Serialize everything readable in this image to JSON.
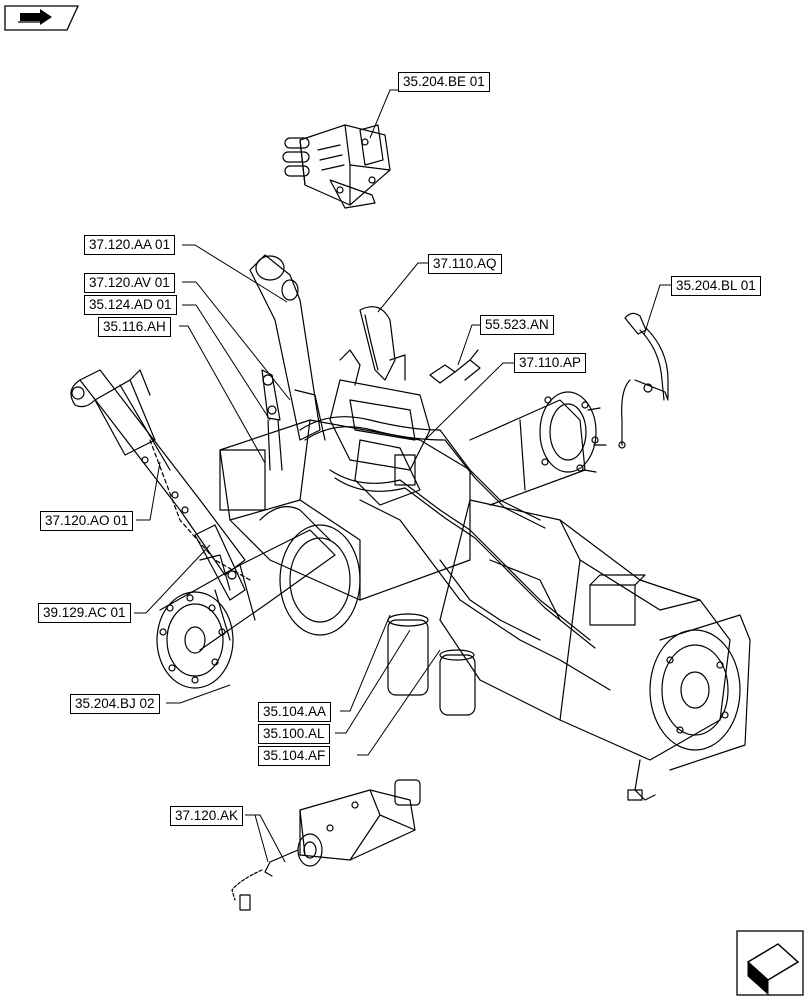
{
  "callouts": {
    "c_35_204_be_01": "35.204.BE 01",
    "c_37_120_aa_01": "37.120.AA 01",
    "c_37_110_aq": "37.110.AQ",
    "c_35_204_bl_01": "35.204.BL 01",
    "c_37_120_av_01": "37.120.AV 01",
    "c_35_124_ad_01": "35.124.AD 01",
    "c_35_116_ah": "35.116.AH",
    "c_55_523_an": "55.523.AN",
    "c_37_110_ap": "37.110.AP",
    "c_37_120_ao_01": "37.120.AO 01",
    "c_39_129_ac_01": "39.129.AC 01",
    "c_35_204_bj_02": "35.204.BJ 02",
    "c_35_104_aa": "35.104.AA",
    "c_35_100_al": "35.100.AL",
    "c_35_104_af": "35.104.AF",
    "c_37_120_ak": "37.120.AK"
  },
  "icons": {
    "top_left": "book-arrow-icon",
    "bottom_right": "next-page-arrow-icon"
  }
}
